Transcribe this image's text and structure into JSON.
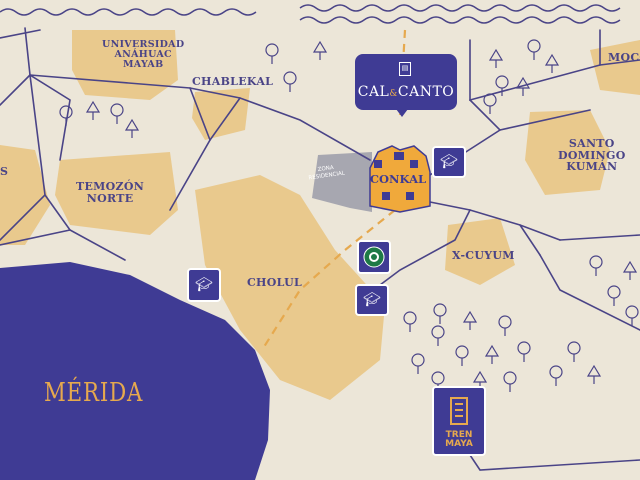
{
  "map": {
    "colors": {
      "background": "#ece6d8",
      "zone": "#e9c98d",
      "city": "#3f3b94",
      "road": "#4a4487",
      "route": "#e6a94e",
      "conkal": "#f0a93b"
    },
    "labels": {
      "universidad": "UNIVERSIDAD\nANÁHUAC\nMAYAB",
      "chablekal": "CHABLEKAL",
      "temozon": "TEMOZÓN\nNORTE",
      "cholul": "CHOLUL",
      "santo_domingo": "SANTO\nDOMINGO\nKUMÁN",
      "x_cuyum": "X-CUYUM",
      "mococha": "MOCO",
      "left_edge": "S",
      "merida": "MÉRIDA"
    },
    "markers": {
      "cal_canto": "CAL",
      "cal_canto_amp": "&",
      "cal_canto_2": "CANTO",
      "conkal": "CONKAL",
      "zona": "ZONA\nRESIDENCIAL",
      "tren_maya": "TREN\nMAYA",
      "starbucks": "starbucks-icon",
      "school_icon": "graduation-cap-icon"
    }
  }
}
